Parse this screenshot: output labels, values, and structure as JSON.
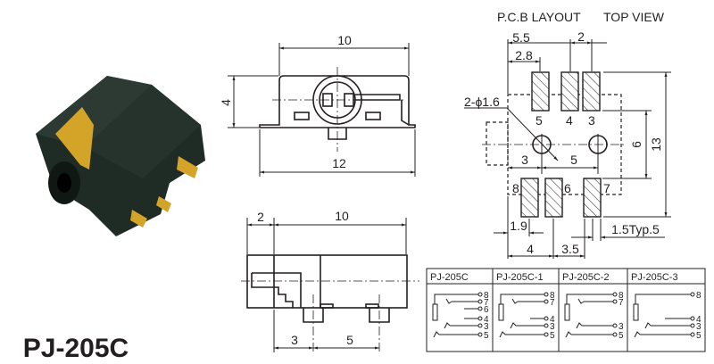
{
  "product_title": "PJ-205C",
  "front_view": {
    "width_label": "10",
    "height_label": "4",
    "overall_width_label": "12"
  },
  "side_view": {
    "offset_label": "2",
    "length_label": "10",
    "peg1_label": "3",
    "peg_spacing_label": "5"
  },
  "pcb_layout": {
    "title": "P.C.B LAYOUT",
    "view_label": "TOP VIEW",
    "dims": {
      "d5_5": "5.5",
      "d2": "2",
      "d2_8": "2.8",
      "hole": "2-ϕ1.6",
      "d3": "3",
      "d5": "5",
      "d6": "6",
      "d13": "13",
      "d1_9": "1.9",
      "d1_5typ": "1.5Typ.5",
      "d4": "4",
      "d3_5": "3.5"
    },
    "top_pins": [
      "5",
      "4",
      "3"
    ],
    "bottom_pins": [
      "8",
      "6",
      "7"
    ]
  },
  "variants": [
    {
      "name": "PJ-205C",
      "pins": [
        "8",
        "7",
        "6",
        "4",
        "3",
        "5"
      ]
    },
    {
      "name": "PJ-205C-1",
      "pins": [
        "8",
        "7",
        "4",
        "3",
        "5"
      ]
    },
    {
      "name": "PJ-205C-2",
      "pins": [
        "8",
        "7",
        "3",
        "5"
      ]
    },
    {
      "name": "PJ-205C-3",
      "pins": [
        "8",
        "4",
        "3",
        "5"
      ]
    }
  ],
  "colors": {
    "body": "#1f2b25",
    "gold": "#d4a429",
    "line": "#231f20"
  }
}
